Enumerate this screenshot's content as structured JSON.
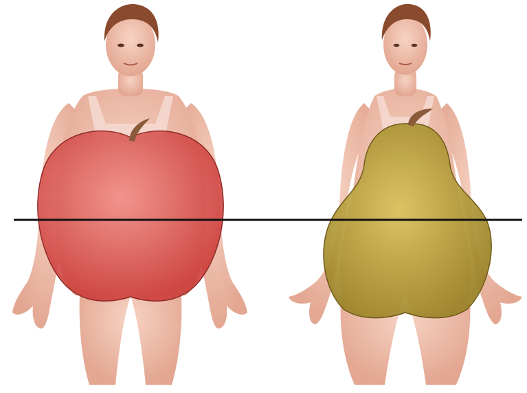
{
  "figures": [
    {
      "name": "apple-shape-figure",
      "overlay": "apple",
      "overlay_color": "#e2514f"
    },
    {
      "name": "pear-shape-figure",
      "overlay": "pear",
      "overlay_color": "#b9a23a"
    }
  ],
  "colors": {
    "skin": "#f2c7b6",
    "skin_shadow": "#d89a86",
    "hair": "#8a4a2e",
    "tank_top": "#f4d8cf",
    "waist_line": "#111111",
    "background": "#ffffff"
  }
}
